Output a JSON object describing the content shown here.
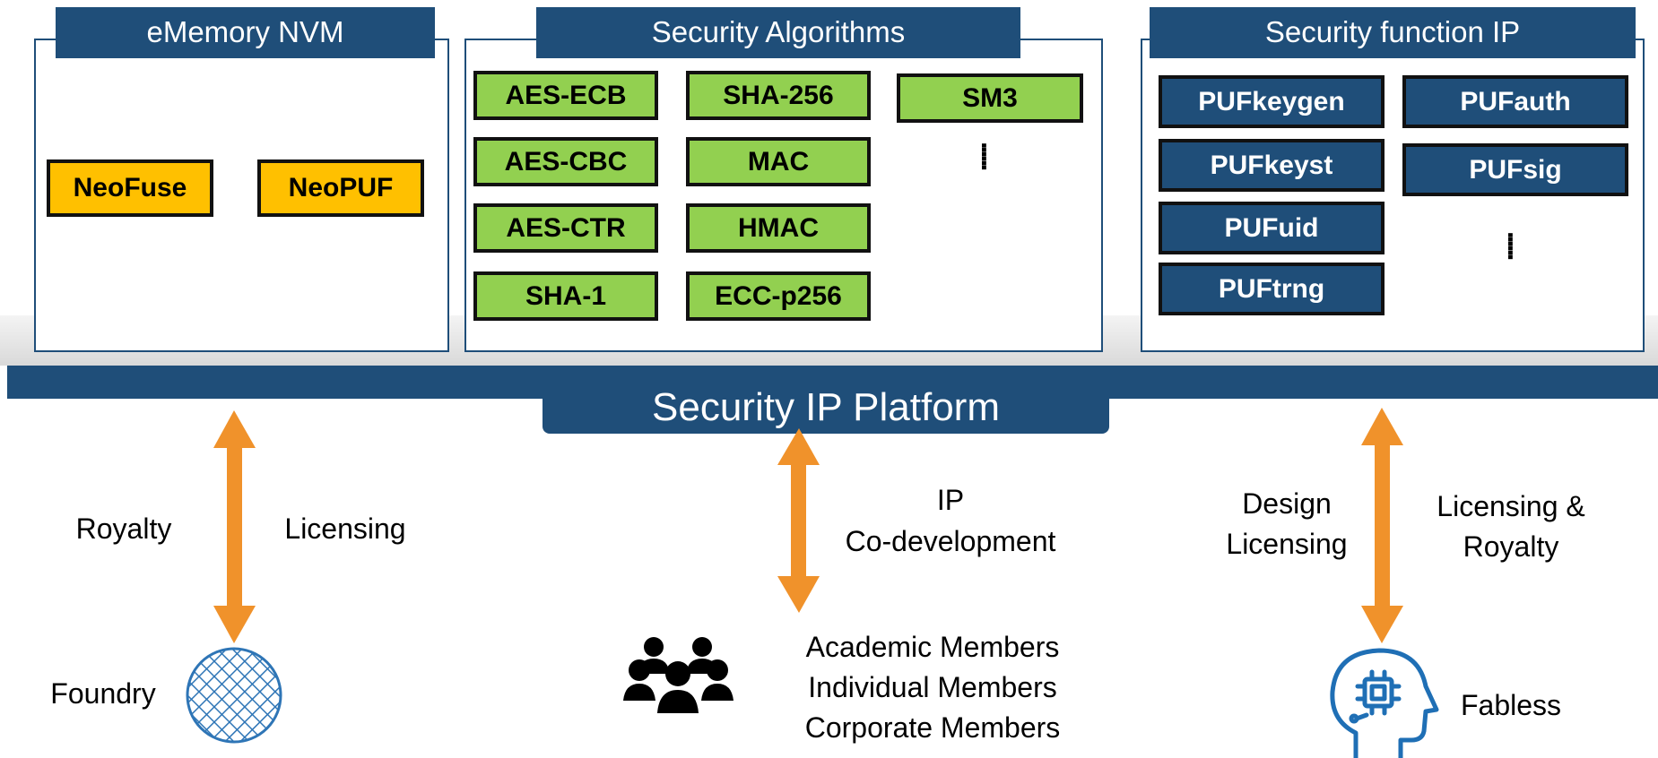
{
  "platform_label": "Security IP Platform",
  "panels": {
    "nvm": {
      "title": "eMemory NVM",
      "items": [
        "NeoFuse",
        "NeoPUF"
      ]
    },
    "algorithms": {
      "title": "Security Algorithms",
      "items": [
        "AES-ECB",
        "AES-CBC",
        "AES-CTR",
        "SHA-1",
        "SHA-256",
        "MAC",
        "HMAC",
        "ECC-p256",
        "SM3"
      ],
      "more": "......"
    },
    "function_ip": {
      "title": "Security function IP",
      "items": [
        "PUFkeygen",
        "PUFkeyst",
        "PUFuid",
        "PUFtrng",
        "PUFauth",
        "PUFsig"
      ],
      "more": "......"
    }
  },
  "links": {
    "left": {
      "label_a": "Royalty",
      "label_b": "Licensing",
      "party": "Foundry"
    },
    "middle": {
      "label_line1": "IP",
      "label_line2": "Co-development",
      "members": [
        "Academic Members",
        "Individual Members",
        "Corporate Members"
      ]
    },
    "right": {
      "label_a_line1": "Design",
      "label_a_line2": "Licensing",
      "label_b_line1": "Licensing &",
      "label_b_line2": "Royalty",
      "party": "Fabless"
    }
  },
  "colors": {
    "navy": "#1f4e79",
    "green": "#92d050",
    "orange_box": "#ffc000",
    "arrow": "#f0922b"
  },
  "icons": [
    "wafer-icon",
    "people-group-icon",
    "head-chip-icon"
  ]
}
